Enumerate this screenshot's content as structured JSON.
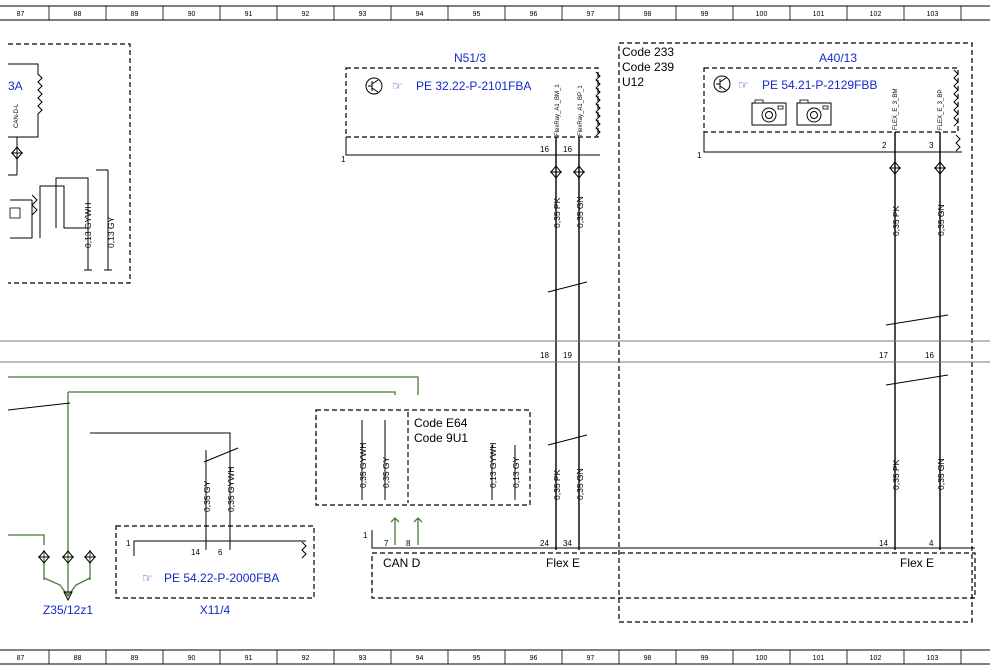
{
  "ruler_numbers": [
    "87",
    "88",
    "89",
    "90",
    "91",
    "92",
    "93",
    "94",
    "95",
    "96",
    "97",
    "98",
    "99",
    "100",
    "101",
    "102",
    "103"
  ],
  "components": {
    "n51_3": {
      "name": "N51/3",
      "ref": "PE 32.22-P-2101FBA",
      "pin_a": "16",
      "pin_b": "16",
      "pin_a_label": "FlexRay_A1_BM_1",
      "pin_b_label": "FlexRay_A1_BP_1",
      "num": "1"
    },
    "a40_13": {
      "name": "A40/13",
      "ref": "PE 54.21-P-2129FBB",
      "pin_a": "2",
      "pin_b": "3",
      "pin_a_label": "FLEX_E_3_BM",
      "pin_b_label": "FLEX_E_3_BP",
      "num": "1",
      "codes": [
        "Code 233",
        "Code 239",
        "U12"
      ]
    },
    "left_box": {
      "partial_name": "3A",
      "pin_label": "CAN-D-L"
    },
    "x11_4": {
      "name": "X11/4",
      "ref": "PE 54.22-P-2000FBA",
      "pin_a": "14",
      "pin_b": "6",
      "num": "1"
    },
    "z35": {
      "name": "Z35/12z1"
    },
    "code_box": {
      "codes": [
        "Code E64",
        "Code 9U1"
      ]
    },
    "bottom_conn": {
      "num": "1",
      "pins": [
        "7",
        "8",
        "24",
        "34",
        "14",
        "4"
      ],
      "bus_labels": [
        "CAN D",
        "Flex E",
        "Flex E"
      ]
    }
  },
  "wires": {
    "w1": "0,13 GYWH",
    "w2": "0,13 GY",
    "w3": "0,35 PK",
    "w4": "0,35 GN",
    "w5": "0,35 PK",
    "w6": "0,35 GN",
    "w7": "0,35 GYWH",
    "w8": "0,35 GY",
    "w9": "0,13 GYWH",
    "w10": "0,13 GY",
    "w11": "0,35 GY",
    "w12": "0,35 GYWH",
    "w13": "0,35 PK",
    "w14": "0,35 GN",
    "w15": "0,35 PK",
    "w16": "0,35 GN"
  },
  "splice_pins": [
    "18",
    "19",
    "17",
    "16"
  ]
}
